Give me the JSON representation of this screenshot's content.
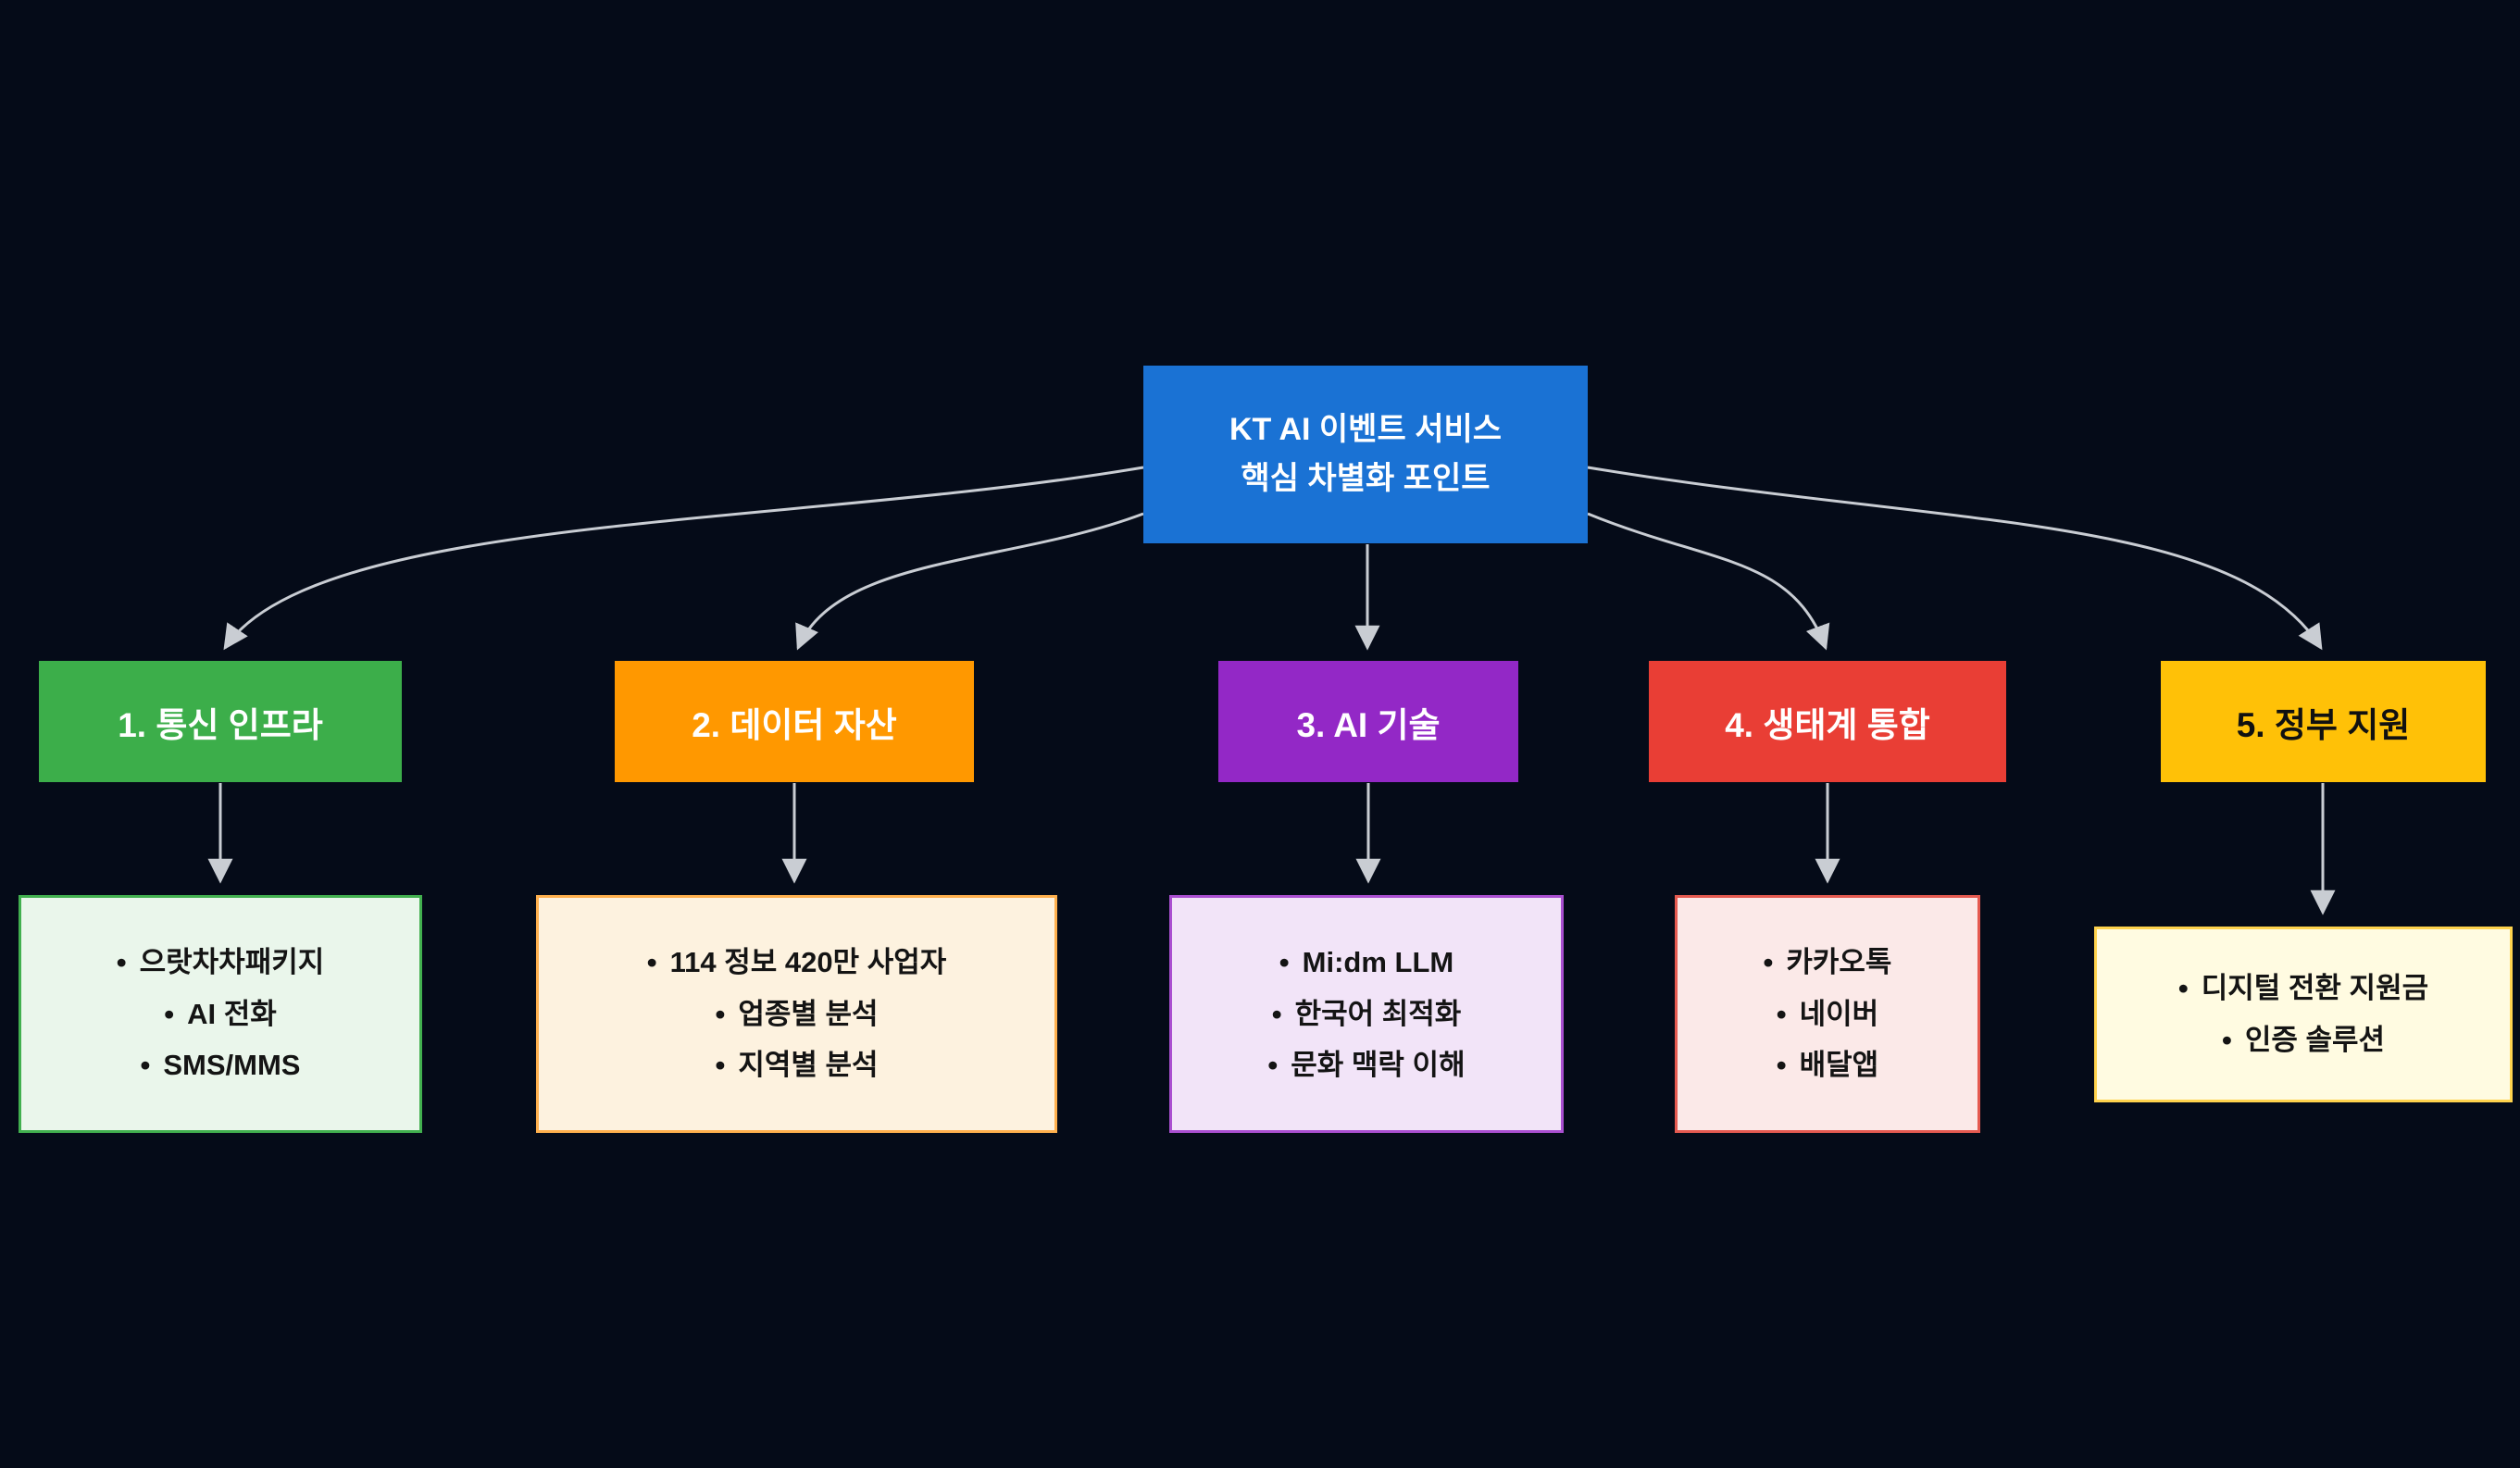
{
  "theme": {
    "page-bg": "#050b18",
    "arrow-color": "#c9cdd3",
    "root-bg": "#1a72d4",
    "root-text": "#ffffff",
    "branch-text": "#ffffff",
    "detail-text": "#141414",
    "b1-bg": "#3cae4a",
    "b2-bg": "#ff9800",
    "b3-bg": "#9328c6",
    "b4-bg": "#e93e35",
    "b5-bg": "#ffc107",
    "b5-text": "#111111",
    "d1-bg": "#eaf6eb",
    "d1-border": "#42b04f",
    "d2-bg": "#fdf2df",
    "d2-border": "#ffb04d",
    "d3-bg": "#f2e4f8",
    "d3-border": "#aa4fd0",
    "d4-bg": "#fbe9e8",
    "d4-border": "#e55a50",
    "d5-bg": "#fffbe1",
    "d5-border": "#ffd34d"
  },
  "root": {
    "line1": "KT AI 이벤트 서비스",
    "line2": "핵심 차별화 포인트"
  },
  "branches": [
    {
      "label": "1. 통신 인프라",
      "detail": {
        "items": [
          "으랏차차패키지",
          "AI 전화",
          "SMS/MMS"
        ]
      }
    },
    {
      "label": "2. 데이터 자산",
      "detail": {
        "items": [
          "114 정보 420만 사업자",
          "업종별 분석",
          "지역별 분석"
        ]
      }
    },
    {
      "label": "3. AI 기술",
      "detail": {
        "items": [
          "Mi:dm LLM",
          "한국어 최적화",
          "문화 맥락 이해"
        ]
      }
    },
    {
      "label": "4. 생태계 통합",
      "detail": {
        "items": [
          "카카오톡",
          "네이버",
          "배달앱"
        ]
      }
    },
    {
      "label": "5. 정부 지원",
      "detail": {
        "items": [
          "디지털 전환 지원금",
          "인증 솔루션"
        ]
      }
    }
  ]
}
